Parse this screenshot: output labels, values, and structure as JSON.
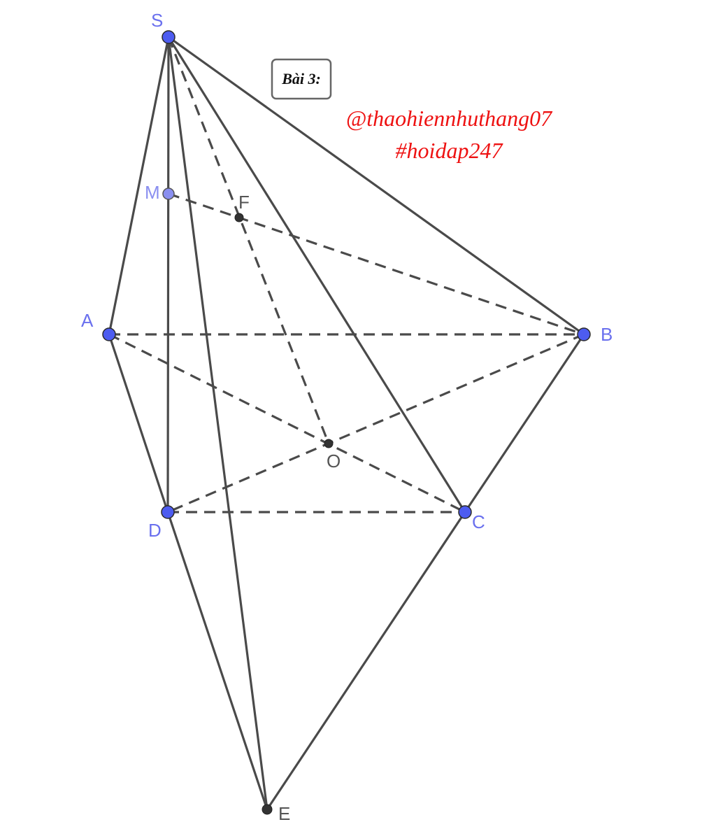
{
  "title": "Bài 3:",
  "credit": {
    "line1": "@thaohiennhuthang07",
    "line2": "#hoidap247"
  },
  "points": {
    "S": "S",
    "M": "M",
    "F": "F",
    "A": "A",
    "B": "B",
    "O": "O",
    "D": "D",
    "C": "C",
    "E": "E"
  },
  "colors": {
    "edge": "#4a4a4a",
    "point": "#4d5cf0",
    "label": "#6a70ee",
    "credit": "#ee1111"
  }
}
